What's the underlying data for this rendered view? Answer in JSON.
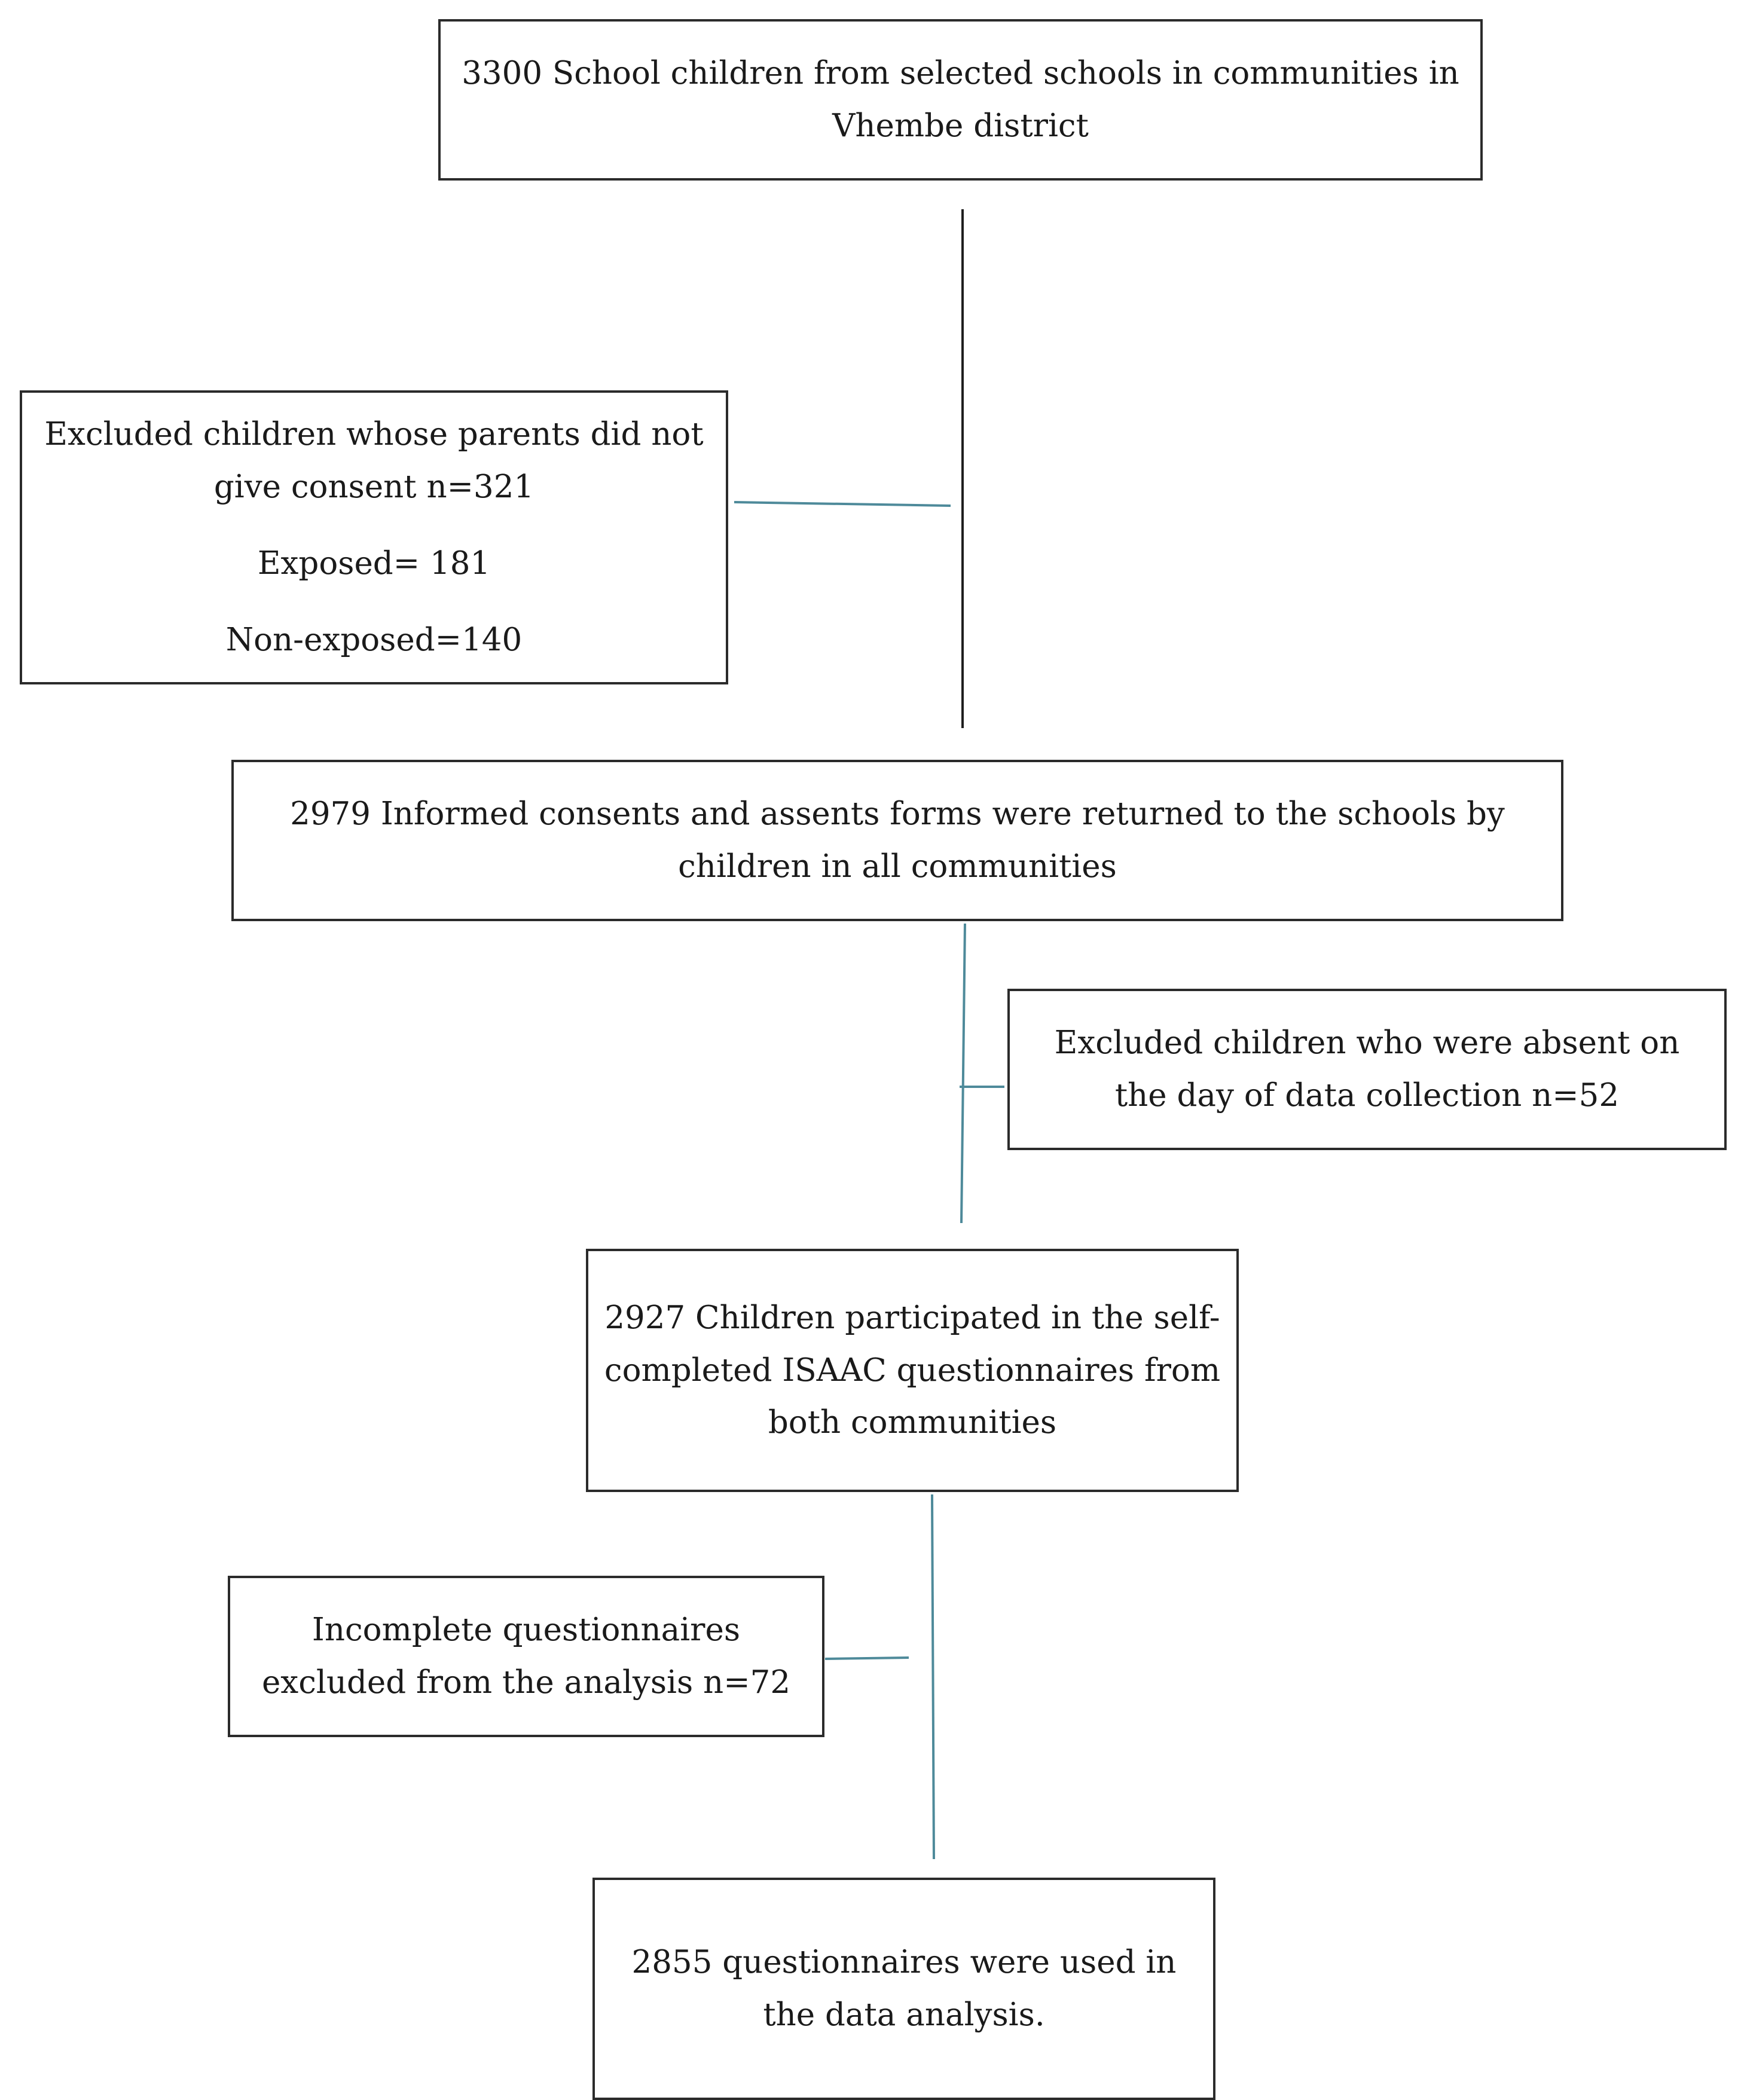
{
  "flow": {
    "start": {
      "text": "3300 School children from selected schools in communities in Vhembe district"
    },
    "exclusion_consent": {
      "text": "Excluded children whose parents did not give consent n=321",
      "exposed": "Exposed= 181",
      "non_exposed": "Non-exposed=140"
    },
    "consent_returned": {
      "text": "2979 Informed consents and assents forms were returned to the schools by children in all communities"
    },
    "exclusion_absent": {
      "text": "Excluded children who were absent on the day of data collection n=52"
    },
    "participated": {
      "text": "2927 Children participated in the self-completed ISAAC questionnaires from both communities"
    },
    "exclusion_incomplete": {
      "text": "Incomplete questionnaires excluded from the analysis n=72"
    },
    "final": {
      "text": "2855 questionnaires were used in the data analysis."
    }
  },
  "colors": {
    "box_border": "#2b2b2b",
    "main_line": "#1f1f1f",
    "connector_line": "#4e8a9a"
  }
}
